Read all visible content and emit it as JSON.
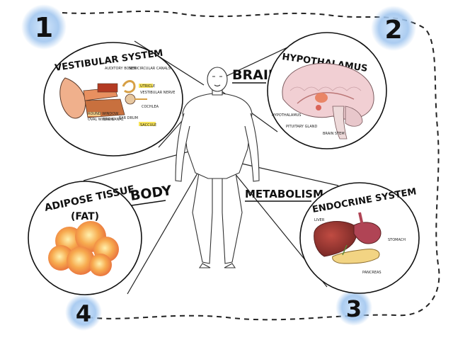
{
  "badges": [
    "1",
    "2",
    "3",
    "4"
  ],
  "center_labels": {
    "brain": "BRAIN",
    "body": "BODY",
    "metabolism": "METABOLISM"
  },
  "panel_vestibular": {
    "title": "VESTIBULAR SYSTEM",
    "labels": [
      "AUDITORY BONES",
      "SEMICIRCULAR CANALS",
      "UTRICLE",
      "VESTIBULAR NERVE",
      "COCHLEA",
      "EAR CANAL",
      "EAR DRUM",
      "SACCULE",
      "ROUND WINDOW",
      "OVAL WINDOW"
    ]
  },
  "panel_hypothalamus": {
    "title": "HYPOTHALAMUS",
    "labels": [
      "HYPOTHALAMUS",
      "PITUITARY GLAND",
      "BRAIN STEM"
    ]
  },
  "panel_adipose": {
    "title_line1": "ADIPOSE TISSUE",
    "title_line2": "(FAT)"
  },
  "panel_endocrine": {
    "title": "ENDOCRINE SYSTEM",
    "labels": [
      "LIVER",
      "STOMACH",
      "PANCREAS"
    ]
  },
  "colors": {
    "badge_glow": "#9cc3ee",
    "ink": "#111111",
    "ear_flesh": "#e8a27a",
    "brain_pink": "#f1cfd3",
    "hypothalamus_orange": "#e98566",
    "fat_orange": "#f28a35",
    "liver_red": "#9e3a36",
    "pancreas_yellow": "#f2d483",
    "note_yellow": "#f7e35a"
  }
}
